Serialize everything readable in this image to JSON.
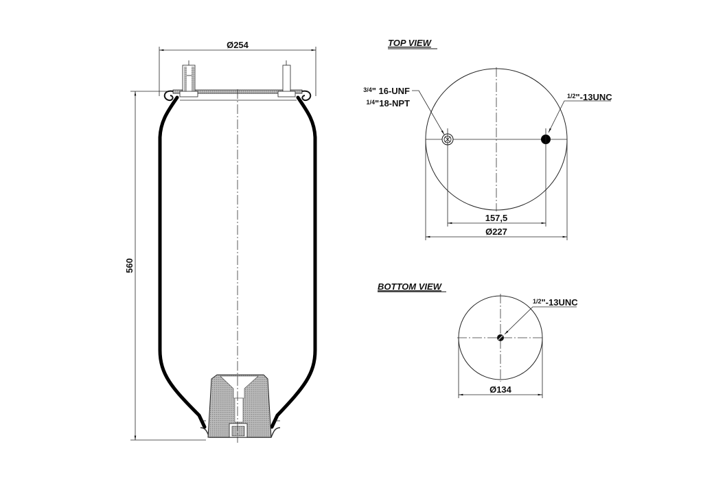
{
  "drawing": {
    "subject": "air spring bellows",
    "side_view": {
      "diameter_label": "Ø254",
      "height_label": "560"
    },
    "top_view": {
      "title": "TOP VIEW",
      "port_left_line1_frac": "3/4",
      "port_left_line1": "\" 16-UNF",
      "port_left_line2_frac": "1/4",
      "port_left_line2": "\"18-NPT",
      "port_right_frac": "1/2",
      "port_right": "\"-13UNC",
      "spacing_label": "157,5",
      "diameter_label": "Ø227"
    },
    "bottom_view": {
      "title": "BOTTOM VIEW",
      "port_frac": "1/2",
      "port": "\"-13UNC",
      "diameter_label": "Ø134"
    }
  }
}
